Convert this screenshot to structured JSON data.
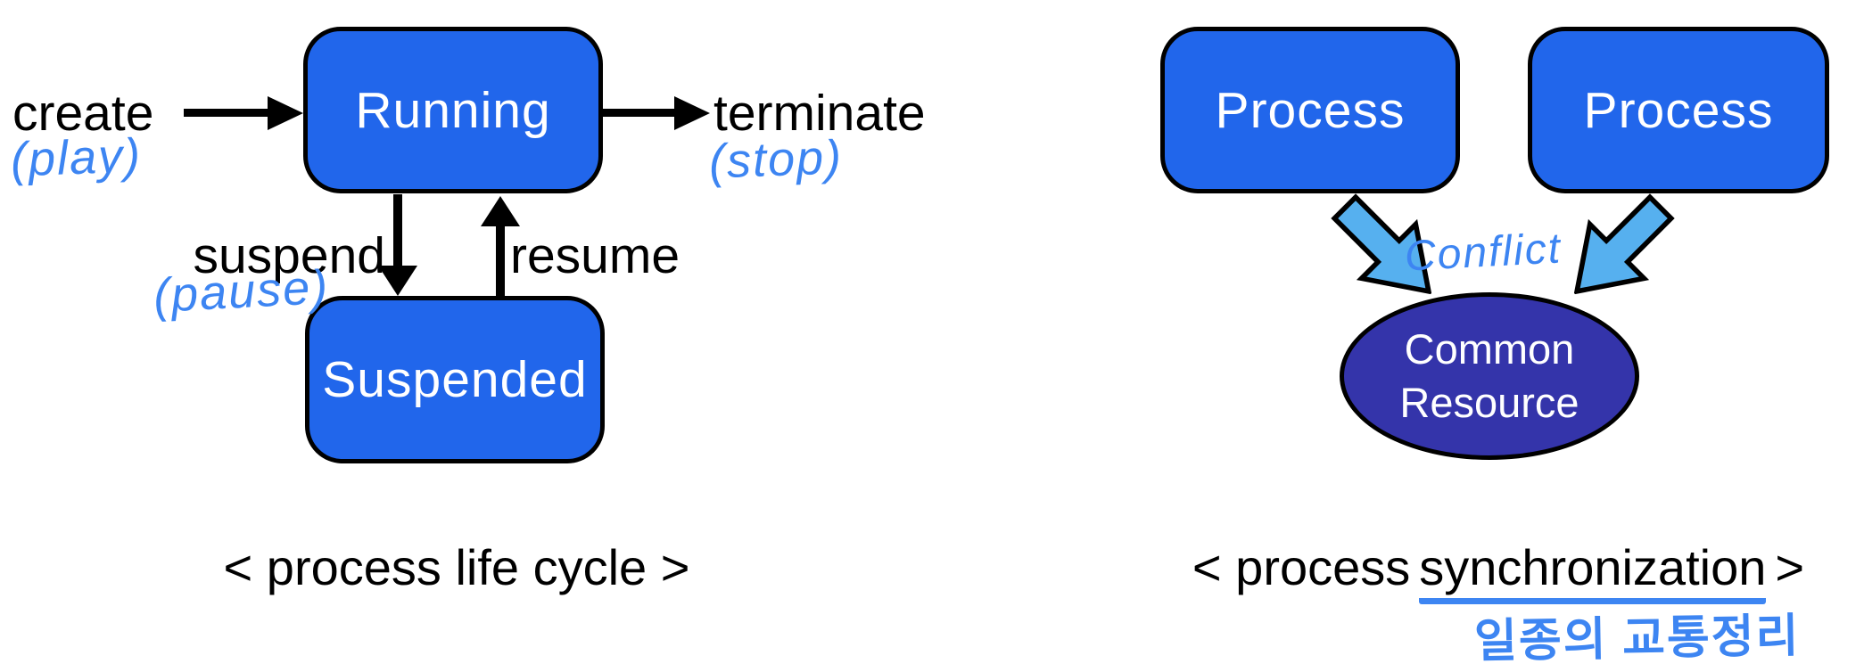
{
  "left_diagram": {
    "caption": "< process life cycle >",
    "states": [
      {
        "label": "Running"
      },
      {
        "label": "Suspended"
      }
    ],
    "transitions": {
      "create": {
        "label": "create",
        "annotation": "(play)"
      },
      "terminate": {
        "label": "terminate",
        "annotation": "(stop)"
      },
      "suspend": {
        "label": "suspend",
        "annotation": "(pause)"
      },
      "resume": {
        "label": "resume"
      }
    }
  },
  "right_diagram": {
    "processes": [
      {
        "label": "Process"
      },
      {
        "label": "Process"
      }
    ],
    "conflict_annotation": "Conflict",
    "resource": {
      "line1": "Common",
      "line2": "Resource"
    },
    "caption": {
      "prefix": "< process",
      "underlined_word": "synchronization",
      "suffix": ">"
    },
    "korean_note": "일종의 교통정리"
  },
  "colors": {
    "state_box_fill": "#2166eb",
    "resource_fill": "#3434aa",
    "block_arrow_fill": "#56b0ef",
    "handwriting_ink": "#3d85f2",
    "line_black": "#000000"
  }
}
